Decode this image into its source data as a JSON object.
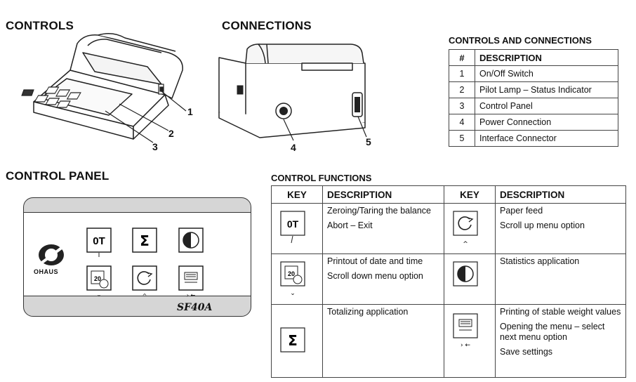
{
  "headings": {
    "controls": "CONTROLS",
    "connections": "CONNECTIONS",
    "control_panel": "CONTROL PANEL",
    "controls_and_connections": "CONTROLS AND CONNECTIONS",
    "control_functions": "CONTROL FUNCTIONS"
  },
  "callouts": {
    "c1": "1",
    "c2": "2",
    "c3": "3",
    "c4": "4",
    "c5": "5"
  },
  "panel": {
    "brand": "OHAUS",
    "model": "SF40A"
  },
  "cc_table": {
    "col_num": "#",
    "col_desc": "DESCRIPTION",
    "rows": [
      {
        "num": "1",
        "desc": "On/Off Switch"
      },
      {
        "num": "2",
        "desc": "Pilot Lamp – Status Indicator"
      },
      {
        "num": "3",
        "desc": "Control Panel"
      },
      {
        "num": "4",
        "desc": "Power Connection"
      },
      {
        "num": "5",
        "desc": "Interface Connector"
      }
    ]
  },
  "cf_table": {
    "col_key": "KEY",
    "col_desc": "DESCRIPTION",
    "rows": [
      {
        "left_icon": "zero-tare-icon",
        "left": [
          "Zeroing/Taring the balance",
          "Abort – Exit"
        ],
        "right_icon": "paper-feed-icon",
        "right": [
          "Paper feed",
          "Scroll up menu option"
        ]
      },
      {
        "left_icon": "calendar-clock-icon",
        "left": [
          "Printout of date and time",
          "Scroll down menu option"
        ],
        "right_icon": "statistics-icon",
        "right": [
          "Statistics application"
        ]
      },
      {
        "left_icon": "sigma-icon",
        "left": [
          "Totalizing application"
        ],
        "right_icon": "print-stable-icon",
        "right": [
          "Printing of stable weight values",
          "Opening the menu – select next menu option",
          "Save settings"
        ]
      }
    ]
  }
}
